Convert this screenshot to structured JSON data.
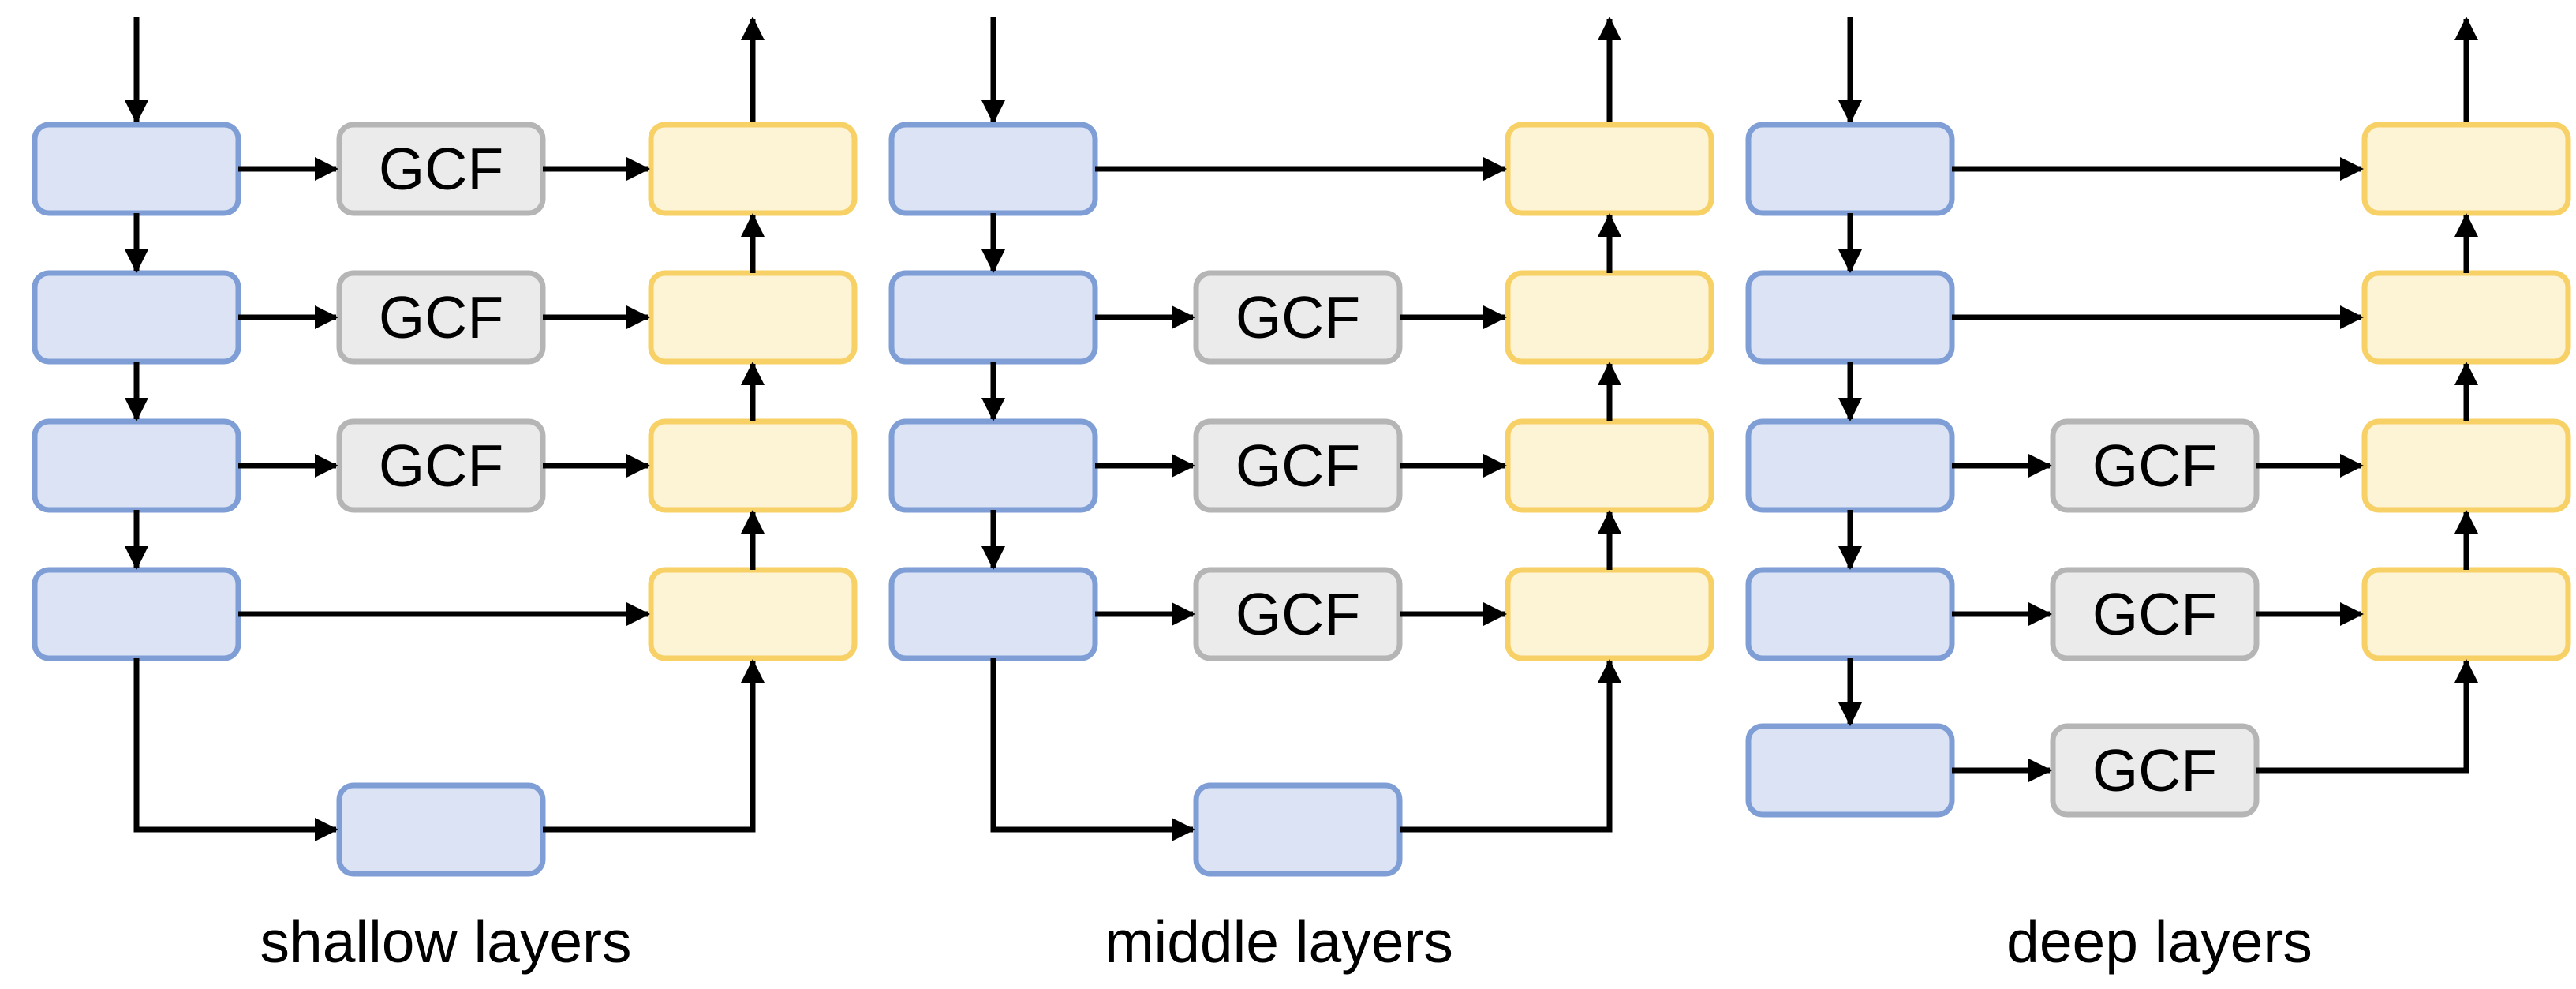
{
  "figure": {
    "background": "#ffffff",
    "gcf_label": "GCF",
    "colors": {
      "encoder_fill": "#dbe3f4",
      "encoder_stroke": "#7f9ed6",
      "gcf_fill": "#ebebeb",
      "gcf_stroke": "#b5b5b5",
      "decoder_fill": "#fdf3d5",
      "decoder_stroke": "#f7d166",
      "arrow": "#000000",
      "caption": "#000000"
    },
    "diagrams": [
      {
        "id": "shallow",
        "caption": "shallow layers",
        "encoder_boxes": 4,
        "decoder_boxes": 4,
        "gcf_rows": [
          1,
          2,
          3
        ],
        "direct_rows": [
          4
        ],
        "bottom": "bottleneck-center"
      },
      {
        "id": "middle",
        "caption": "middle layers",
        "encoder_boxes": 4,
        "decoder_boxes": 4,
        "gcf_rows": [
          2,
          3,
          4
        ],
        "direct_rows": [
          1
        ],
        "bottom": "bottleneck-center"
      },
      {
        "id": "deep",
        "caption": "deep layers",
        "encoder_boxes": 5,
        "decoder_boxes": 4,
        "gcf_rows": [
          3,
          4,
          5
        ],
        "direct_rows": [
          1,
          2
        ],
        "bottom": "encoder-column-gcf"
      }
    ]
  }
}
